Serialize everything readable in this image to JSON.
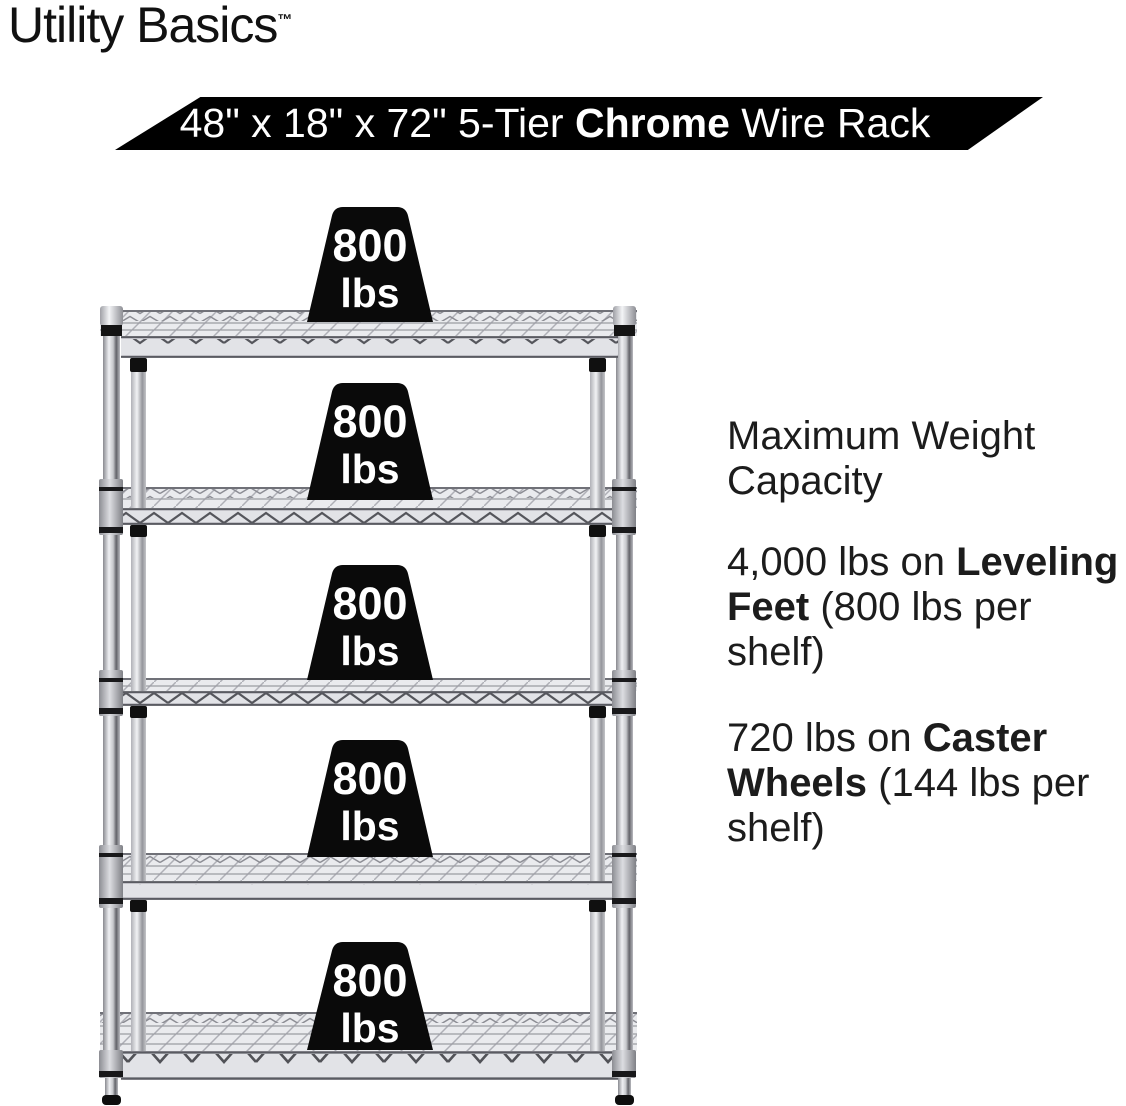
{
  "logo": {
    "text": "Utility Basics",
    "tm": "™"
  },
  "banner": {
    "part1": "48\" x 18\" x 72\" 5-Tier ",
    "part2": "Chrome",
    "part3": " Wire Rack",
    "bg": "#000000",
    "fg": "#ffffff"
  },
  "weight_badges": [
    {
      "value": "800",
      "unit": "lbs"
    },
    {
      "value": "800",
      "unit": "lbs"
    },
    {
      "value": "800",
      "unit": "lbs"
    },
    {
      "value": "800",
      "unit": "lbs"
    },
    {
      "value": "800",
      "unit": "lbs"
    }
  ],
  "right_column": {
    "heading": {
      "line1": "Maximum Weight",
      "line2": "Capacity"
    },
    "para1": {
      "line1_normal": "4,000 lbs on ",
      "line1_bold": "Leveling",
      "line2_bold": "Feet",
      "line2_normal": " (800 lbs per",
      "line3": "shelf)"
    },
    "para2": {
      "line1_normal": "720 lbs on ",
      "line1_bold": "Caster",
      "line2_bold": "Wheels",
      "line2_normal": " (144 lbs per",
      "line3": "shelf)"
    }
  },
  "colors": {
    "text": "#1c1c1c",
    "badge_bg": "#0a0a0a",
    "badge_fg": "#ffffff"
  }
}
